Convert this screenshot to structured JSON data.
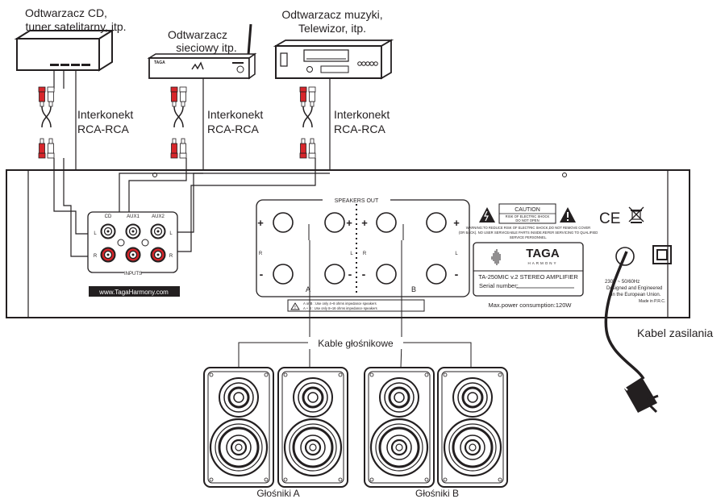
{
  "sources": {
    "cd": {
      "line1": "Odtwarzacz CD,",
      "line2": "tuner satelitarny, itp."
    },
    "network": {
      "line1": "Odtwarzacz",
      "line2": "sieciowy itp.",
      "brand": "TAGA"
    },
    "music": {
      "line1": "Odtwarzacz muzyki,",
      "line2": "Telewizor, itp."
    }
  },
  "interconnect": {
    "line1": "Interkonekt",
    "line2": "RCA-RCA"
  },
  "inputs": {
    "title": "INPUTS",
    "cd": "CD",
    "aux1": "AUX1",
    "aux2": "AUX2",
    "l": "L",
    "r": "R",
    "website": "www.TagaHarmony.com"
  },
  "speakers_out": {
    "title": "SPEAKERS OUT",
    "plus": "+",
    "minus": "-",
    "l": "L",
    "r": "R",
    "a": "A",
    "b": "B",
    "note1": "A or B : Use only 4~8 ohms impedance speakers",
    "note2": "A + B : Use only 8~16 ohms impedance speakers"
  },
  "caution": {
    "title": "CAUTION",
    "sub1": "RISK OF ELECTRIC SHOCK",
    "sub2": "DO NOT OPEN",
    "warn1": "WARNING:TO REDUCE RISK OF ELECTRIC SHOCK,DO NOT REMOVE COVER",
    "warn2": "(OR BACK). NO USER SERVICEABLE PARTS INSIDE.REFER SERVICING TO QUALIFIED",
    "warn3": "SERVICE PERSONNEL."
  },
  "ce": "CE",
  "model": {
    "brand": "TAGA",
    "brand_sub": "HARMONY",
    "model": "TA-250MIC v.2 STEREO AMPLIFIER",
    "serial": "Serial number:",
    "power": "Max.power consumption:120W"
  },
  "power_info": {
    "line1": "230V ~ 50/60Hz",
    "line2": "Designed and Engineered",
    "line3": "in the European Union.",
    "line4": "Made in P.R.C."
  },
  "power_cable": "Kabel zasilania",
  "speaker_cables": "Kable głośnikowe",
  "speakers_a": "Głośniki A",
  "speakers_b": "Głośniki B"
}
